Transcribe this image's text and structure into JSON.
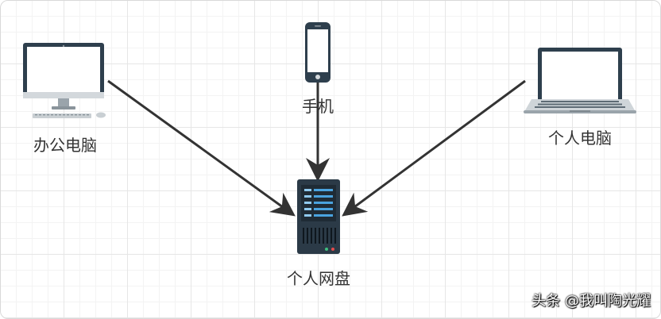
{
  "diagram": {
    "nodes": {
      "office_pc": {
        "label": "办公电脑",
        "icon": "desktop-monitor-icon"
      },
      "phone": {
        "label": "手机",
        "icon": "smartphone-icon"
      },
      "personal_pc": {
        "label": "个人电脑",
        "icon": "laptop-icon"
      },
      "cloud_disk": {
        "label": "个人网盘",
        "icon": "server-icon"
      }
    },
    "edges": [
      {
        "from": "办公电脑",
        "to": "个人网盘"
      },
      {
        "from": "手机",
        "to": "个人网盘"
      },
      {
        "from": "个人电脑",
        "to": "个人网盘"
      }
    ],
    "colors": {
      "arrow": "#333333",
      "server_body": "#2b3a47",
      "screen_frame": "#2e3f4d"
    }
  },
  "watermark": "头条 @我叫陶光耀"
}
